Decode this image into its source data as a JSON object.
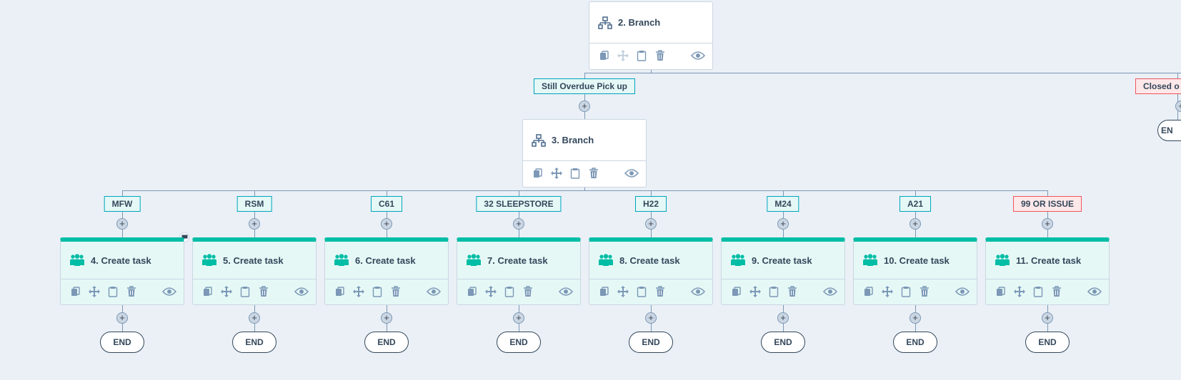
{
  "colors": {
    "accent": "#00bda5",
    "branch_label_border": "#00a4bd",
    "danger": "#f2545b",
    "canvas": "#eaf0f6"
  },
  "add_glyph": "+",
  "top_branch": {
    "title": "2. Branch",
    "icon": "branch-icon"
  },
  "sub_branch": {
    "title": "3. Branch",
    "icon": "branch-icon"
  },
  "top_labels": {
    "still_overdue": "Still Overdue Pick up",
    "closed": "Closed o"
  },
  "right_end_label": "EN",
  "end_label": "END",
  "branch_labels": [
    "MFW",
    "RSM",
    "C61",
    "32 SLEEPSTORE",
    "H22",
    "M24",
    "A21",
    "99 OR ISSUE"
  ],
  "tasks": [
    {
      "title": "4. Create task",
      "icon": "people-icon"
    },
    {
      "title": "5. Create task",
      "icon": "people-icon"
    },
    {
      "title": "6. Create task",
      "icon": "people-icon"
    },
    {
      "title": "7. Create task",
      "icon": "people-icon"
    },
    {
      "title": "8. Create task",
      "icon": "people-icon"
    },
    {
      "title": "9. Create task",
      "icon": "people-icon"
    },
    {
      "title": "10. Create task",
      "icon": "people-icon"
    },
    {
      "title": "11. Create task",
      "icon": "people-icon"
    }
  ],
  "card_actions": [
    "clone-icon",
    "move-icon",
    "paste-icon",
    "delete-icon",
    "preview-icon"
  ]
}
